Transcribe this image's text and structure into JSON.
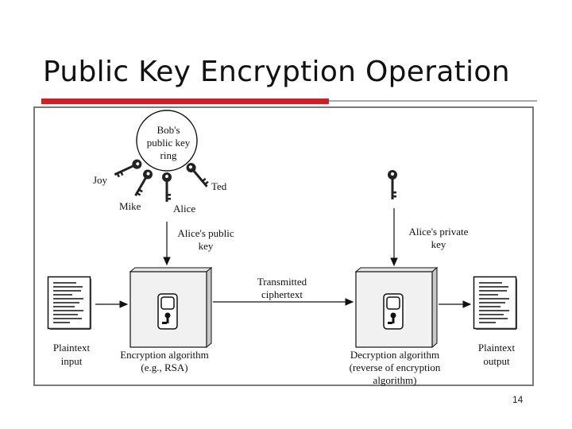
{
  "slide": {
    "title": "Public Key Encryption Operation",
    "page_number": "14"
  },
  "diagram": {
    "key_ring": [
      "Bob's",
      "public key",
      "ring"
    ],
    "owners": {
      "joy": "Joy",
      "mike": "Mike",
      "alice": "Alice",
      "ted": "Ted"
    },
    "public_key_label": [
      "Alice's public",
      "key"
    ],
    "private_key_label": [
      "Alice's private",
      "key"
    ],
    "channel_label": [
      "Transmitted",
      "ciphertext"
    ],
    "input_label": [
      "Plaintext",
      "input"
    ],
    "output_label": [
      "Plaintext",
      "output"
    ],
    "encryption_label": [
      "Encryption algorithm",
      "(e.g., RSA)"
    ],
    "decryption_label": [
      "Decryption algorithm",
      "(reverse of encryption",
      "algorithm)"
    ]
  },
  "colors": {
    "accent": "#cc1f26",
    "rule": "#a7a7a7",
    "frame": "#7a7a7a"
  }
}
